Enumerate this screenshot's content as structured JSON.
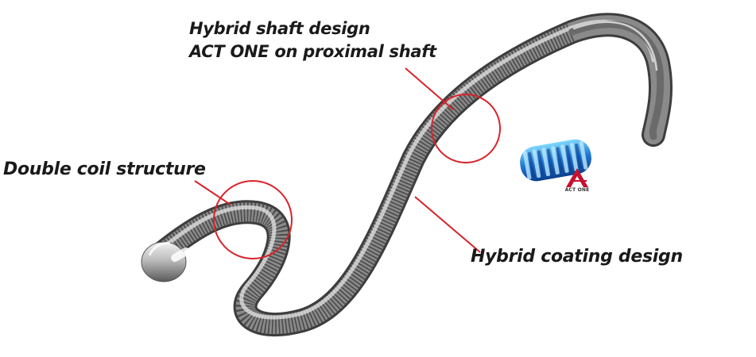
{
  "labels": {
    "hybrid_shaft_line1": "Hybrid shaft design",
    "hybrid_shaft_line2": "ACT ONE   on proximal shaft",
    "double_coil": "Double coil structure",
    "hybrid_coating": "Hybrid coating design"
  },
  "logo": {
    "text": "ACT ONE"
  },
  "colors": {
    "callout": "#d8232a",
    "coil_shadow": "#3d3d3d",
    "coil_mid": "#8a8a8a",
    "coil_highlight": "#e6e6e6",
    "act_one_blue": "#1f78d1",
    "act_one_cyan": "#4fc3f7",
    "logo_red": "#c8102e"
  }
}
